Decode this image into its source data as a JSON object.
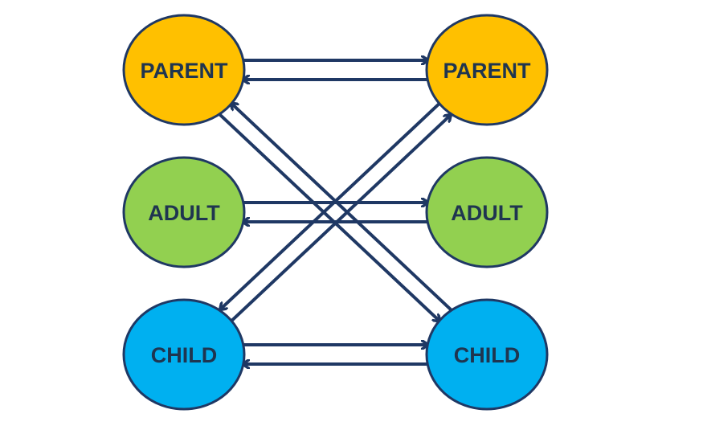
{
  "colors": {
    "parent": "#ffc000",
    "adult": "#92d050",
    "child": "#00b0f0",
    "outline": "#1f3864",
    "arrow": "#1f3864",
    "text": "#1f3550"
  },
  "nodes": [
    {
      "id": "parent-left",
      "label": "PARENT",
      "state": "parent",
      "side": "left"
    },
    {
      "id": "parent-right",
      "label": "PARENT",
      "state": "parent",
      "side": "right"
    },
    {
      "id": "adult-left",
      "label": "ADULT",
      "state": "adult",
      "side": "left"
    },
    {
      "id": "adult-right",
      "label": "ADULT",
      "state": "adult",
      "side": "right"
    },
    {
      "id": "child-left",
      "label": "CHILD",
      "state": "child",
      "side": "left"
    },
    {
      "id": "child-right",
      "label": "CHILD",
      "state": "child",
      "side": "right"
    }
  ],
  "edges": [
    {
      "from": "parent-left",
      "to": "parent-right"
    },
    {
      "from": "parent-right",
      "to": "parent-left"
    },
    {
      "from": "adult-left",
      "to": "adult-right"
    },
    {
      "from": "adult-right",
      "to": "adult-left"
    },
    {
      "from": "child-left",
      "to": "child-right"
    },
    {
      "from": "child-right",
      "to": "child-left"
    },
    {
      "from": "parent-left",
      "to": "child-right"
    },
    {
      "from": "child-right",
      "to": "parent-left"
    },
    {
      "from": "parent-right",
      "to": "child-left"
    },
    {
      "from": "child-left",
      "to": "parent-right"
    }
  ]
}
